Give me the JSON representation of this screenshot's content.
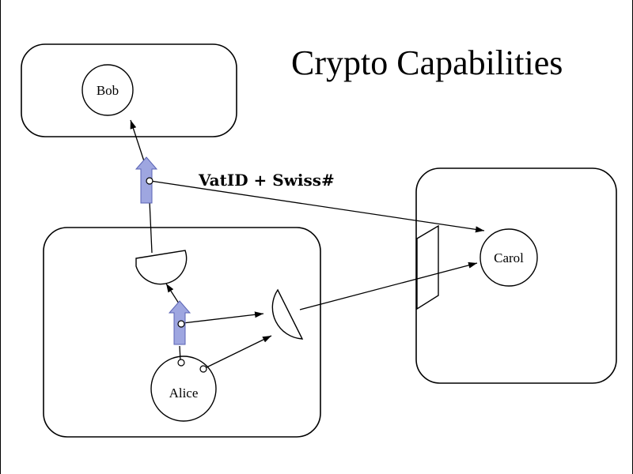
{
  "title": "Crypto Capabilities",
  "nodes": {
    "bob": "Bob",
    "carol": "Carol",
    "alice": "Alice"
  },
  "edge_label": "VatID + Swiss#",
  "colors": {
    "capability_arrow_fill": "#9ea6e0",
    "capability_arrow_stroke": "#5a63b5",
    "line": "#000000",
    "background": "#ffffff"
  }
}
